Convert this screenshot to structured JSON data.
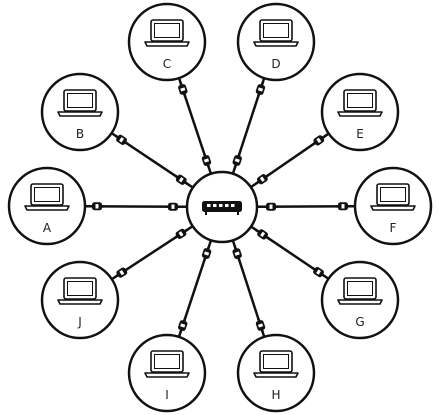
{
  "hub": {
    "icon": "network-switch-icon"
  },
  "nodes": [
    {
      "label": "A",
      "icon": "laptop-icon"
    },
    {
      "label": "B",
      "icon": "laptop-icon"
    },
    {
      "label": "C",
      "icon": "laptop-icon"
    },
    {
      "label": "D",
      "icon": "laptop-icon"
    },
    {
      "label": "E",
      "icon": "laptop-icon"
    },
    {
      "label": "F",
      "icon": "laptop-icon"
    },
    {
      "label": "G",
      "icon": "laptop-icon"
    },
    {
      "label": "H",
      "icon": "laptop-icon"
    },
    {
      "label": "I",
      "icon": "laptop-icon"
    },
    {
      "label": "J",
      "icon": "laptop-icon"
    }
  ],
  "links": [
    {
      "from": "hub",
      "to": "A",
      "connector": "ethernet-connector-icon"
    },
    {
      "from": "hub",
      "to": "B",
      "connector": "ethernet-connector-icon"
    },
    {
      "from": "hub",
      "to": "C",
      "connector": "ethernet-connector-icon"
    },
    {
      "from": "hub",
      "to": "D",
      "connector": "ethernet-connector-icon"
    },
    {
      "from": "hub",
      "to": "E",
      "connector": "ethernet-connector-icon"
    },
    {
      "from": "hub",
      "to": "F",
      "connector": "ethernet-connector-icon"
    },
    {
      "from": "hub",
      "to": "G",
      "connector": "ethernet-connector-icon"
    },
    {
      "from": "hub",
      "to": "H",
      "connector": "ethernet-connector-icon"
    },
    {
      "from": "hub",
      "to": "I",
      "connector": "ethernet-connector-icon"
    },
    {
      "from": "hub",
      "to": "J",
      "connector": "ethernet-connector-icon"
    }
  ],
  "colors": {
    "stroke": "#111111",
    "background": "#ffffff",
    "label": "#222222"
  }
}
